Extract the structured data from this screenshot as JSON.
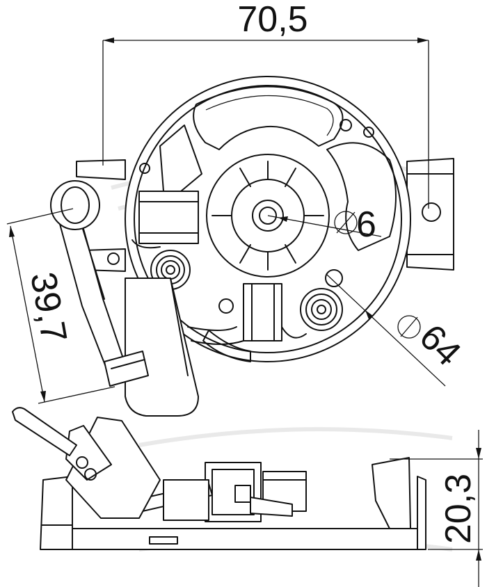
{
  "dimensions": {
    "width_top": "70,5",
    "hole_diameter": "6",
    "outer_diameter": "64",
    "arm_length": "39,7",
    "height_side": "20,3"
  }
}
